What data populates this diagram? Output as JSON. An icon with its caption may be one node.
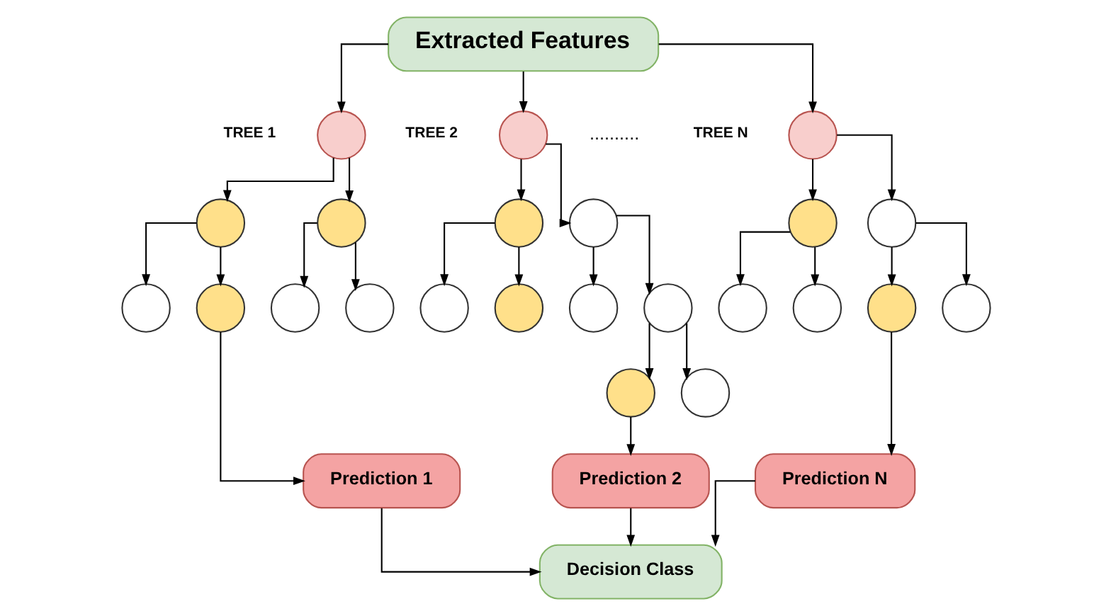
{
  "diagram": {
    "nodes": [
      {
        "text": [
          "Extracted Features"
        ]
      },
      {
        "text": [],
        "shape": "circle",
        "beside": [
          "TREE 1"
        ]
      },
      {
        "text": [],
        "shape": "circle"
      },
      {
        "text": [],
        "shape": "circle"
      },
      {
        "text": [],
        "shape": "circle"
      },
      {
        "text": [],
        "shape": "circle"
      },
      {
        "text": [],
        "shape": "circle"
      },
      {
        "text": [],
        "shape": "circle"
      },
      {
        "text": [],
        "shape": "circle",
        "beside": [
          "TREE 2"
        ]
      },
      {
        "text": [],
        "shape": "circle"
      },
      {
        "text": [],
        "shape": "circle"
      },
      {
        "text": [],
        "shape": "circle"
      },
      {
        "text": [],
        "shape": "circle"
      },
      {
        "text": [],
        "shape": "circle"
      },
      {
        "text": [],
        "shape": "circle"
      },
      {
        "text": [],
        "shape": "circle"
      },
      {
        "text": [],
        "shape": "circle"
      },
      {
        "text": [],
        "shape": "circle",
        "beside": [
          "TREE N"
        ]
      },
      {
        "text": [],
        "shape": "circle"
      },
      {
        "text": [],
        "shape": "circle"
      },
      {
        "text": [],
        "shape": "circle"
      },
      {
        "text": [],
        "shape": "circle"
      },
      {
        "text": [],
        "shape": "circle"
      },
      {
        "text": [],
        "shape": "circle"
      },
      {
        "text": [
          "Prediction 1"
        ]
      },
      {
        "text": [
          "Prediction 2"
        ]
      },
      {
        "text": [
          "Prediction N"
        ]
      },
      {
        "text": [
          "Decision Class"
        ]
      }
    ],
    "edges": [
      {
        "from": 0,
        "to": 1,
        "arrow": "to"
      },
      {
        "from": 0,
        "to": 8,
        "arrow": "to"
      },
      {
        "from": 0,
        "to": 17,
        "arrow": "to"
      },
      {
        "from": 1,
        "to": 2,
        "arrow": "to"
      },
      {
        "from": 1,
        "to": 3,
        "arrow": "to"
      },
      {
        "from": 2,
        "to": 4,
        "arrow": "to"
      },
      {
        "from": 2,
        "to": 5,
        "arrow": "to"
      },
      {
        "from": 3,
        "to": 6,
        "arrow": "to"
      },
      {
        "from": 3,
        "to": 7,
        "arrow": "to"
      },
      {
        "from": 8,
        "to": 9,
        "arrow": "to"
      },
      {
        "from": 8,
        "to": 10,
        "arrow": "to"
      },
      {
        "from": 9,
        "to": 11,
        "arrow": "to"
      },
      {
        "from": 9,
        "to": 12,
        "arrow": "to"
      },
      {
        "from": 10,
        "to": 13,
        "arrow": "to"
      },
      {
        "from": 10,
        "to": 14,
        "arrow": "to"
      },
      {
        "from": 14,
        "to": 15,
        "arrow": "to"
      },
      {
        "from": 14,
        "to": 16,
        "arrow": "to"
      },
      {
        "from": 17,
        "to": 18,
        "arrow": "to"
      },
      {
        "from": 17,
        "to": 19,
        "arrow": "to"
      },
      {
        "from": 18,
        "to": 20,
        "arrow": "to"
      },
      {
        "from": 18,
        "to": 21,
        "arrow": "to"
      },
      {
        "from": 19,
        "to": 22,
        "arrow": "to"
      },
      {
        "from": 19,
        "to": 23,
        "arrow": "to"
      },
      {
        "from": 5,
        "to": 24,
        "arrow": "to"
      },
      {
        "from": 15,
        "to": 25,
        "arrow": "to"
      },
      {
        "from": 22,
        "to": 26,
        "arrow": "to"
      },
      {
        "from": 24,
        "to": 27,
        "arrow": "to"
      },
      {
        "from": 25,
        "to": 27,
        "arrow": "to"
      },
      {
        "from": 26,
        "to": 27,
        "arrow": "to"
      }
    ],
    "labels": [
      ".........."
    ]
  }
}
